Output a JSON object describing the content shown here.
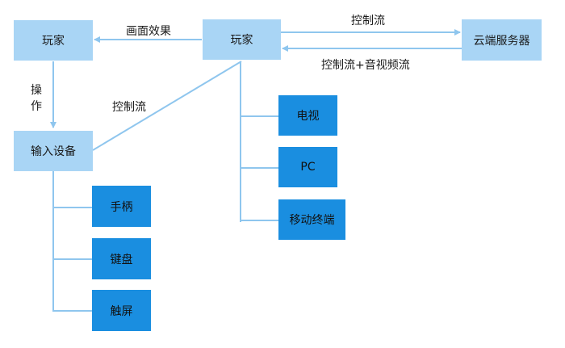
{
  "nodes": {
    "player_left": "玩家",
    "player_center": "玩家",
    "cloud_server": "云端服务器",
    "input_device": "输入设备",
    "gamepad": "手柄",
    "keyboard": "键盘",
    "touchscreen": "触屏",
    "tv": "电视",
    "pc": "PC",
    "mobile": "移动终端"
  },
  "edges": {
    "picture_effect": "画面效果",
    "operation_1": "操",
    "operation_2": "作",
    "control_stream_left": "控制流",
    "control_stream_top": "控制流",
    "control_av_stream": "控制流+音视频流"
  },
  "colors": {
    "light_box": "#a9d5f5",
    "dark_box": "#1a8ee0",
    "line": "#8fc6ee"
  }
}
